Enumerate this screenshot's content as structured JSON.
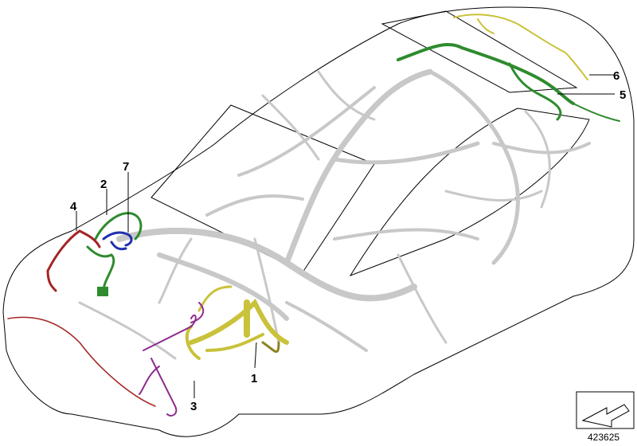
{
  "diagram": {
    "callouts": [
      {
        "label": "1"
      },
      {
        "label": "2"
      },
      {
        "label": "3"
      },
      {
        "label": "4"
      },
      {
        "label": "5"
      },
      {
        "label": "6"
      },
      {
        "label": "7"
      }
    ],
    "reference_number": "423625",
    "harness_colors": {
      "harness_1": "#c9c23a",
      "harness_2": "#2e8b2e",
      "harness_3": "#8e2b8e",
      "harness_4": "#a32424",
      "harness_5": "#2e8b2e",
      "harness_6": "#c9c23a",
      "harness_7": "#1f2fb0",
      "background_wiring": "#c8c8c8",
      "outline": "#000000"
    },
    "nav_icon": "navigation-arrow-icon"
  }
}
